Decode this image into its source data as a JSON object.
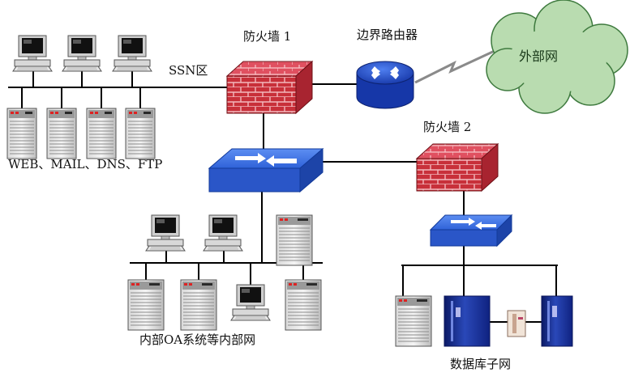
{
  "labels": {
    "ssn_zone": "SSN区",
    "firewall1": "防火墙 1",
    "border_router": "边界路由器",
    "external_net": "外部网",
    "firewall2": "防火墙 2",
    "ssn_servers": "WEB、MAIL、DNS、FTP",
    "internal_oa": "内部OA系统等内部网",
    "db_subnet": "数据库子网"
  },
  "colors": {
    "firewall_brick": "#c8303a",
    "firewall_top": "#e05060",
    "switch_blue": "#2f62d8",
    "router_blue": "#1c4fd6",
    "cloud_green": "#b9dcb0",
    "cable": "#000000"
  },
  "icons": {
    "workstation": "desktop-computer-icon",
    "server": "tower-server-icon",
    "firewall": "brick-wall-icon",
    "switch": "network-switch-icon",
    "router": "router-icon",
    "cloud": "cloud-icon",
    "storage": "storage-cabinet-icon",
    "tape": "tape-library-icon"
  }
}
